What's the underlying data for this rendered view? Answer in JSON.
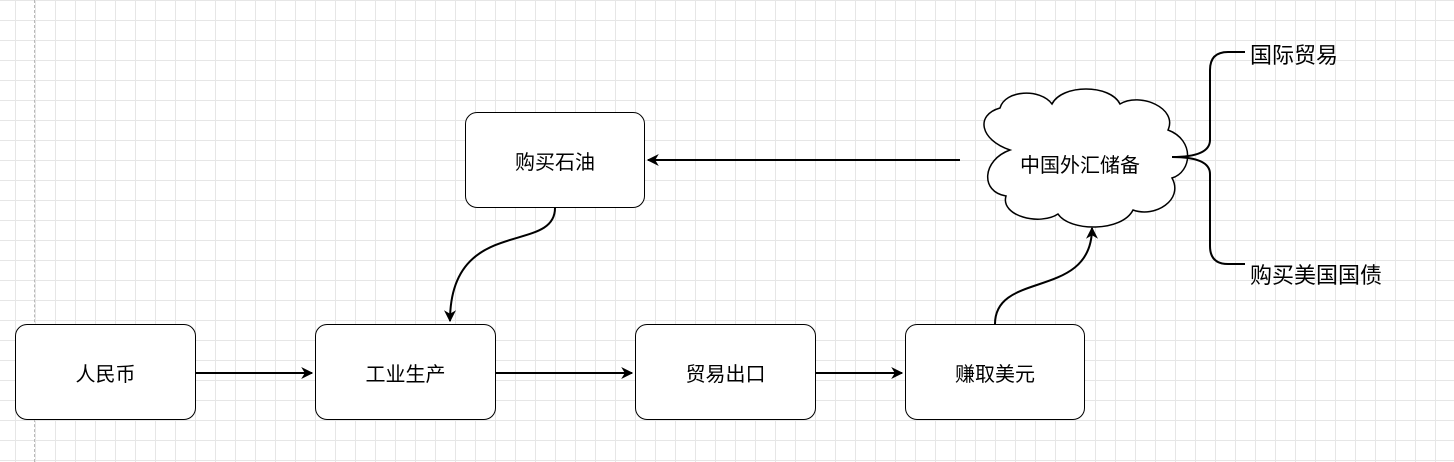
{
  "diagram": {
    "nodes": {
      "rmb": "人民币",
      "industry": "工业生产",
      "export": "贸易出口",
      "earn_usd": "赚取美元",
      "buy_oil": "购买石油",
      "reserves": "中国外汇储备"
    },
    "branches": {
      "trade": "国际贸易",
      "treasuries": "购买美国国债"
    }
  }
}
